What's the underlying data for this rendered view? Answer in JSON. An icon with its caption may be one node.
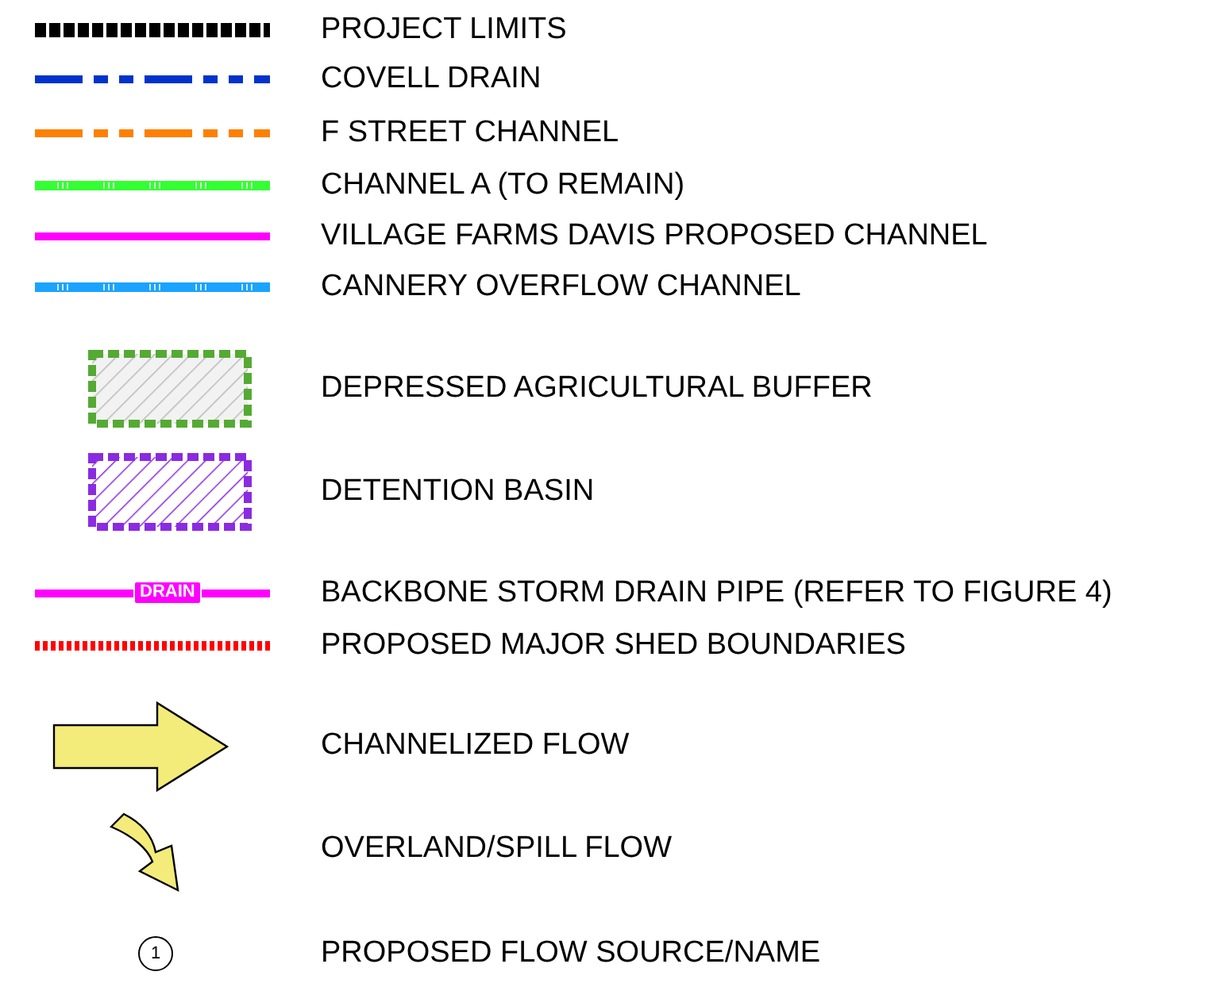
{
  "diagram": {
    "labels": [
      "DRAIN",
      "1"
    ],
    "legend": [
      {
        "text": "PROJECT LIMITS"
      },
      {
        "text": "COVELL DRAIN"
      },
      {
        "text": "F STREET CHANNEL"
      },
      {
        "text": "CHANNEL A (TO REMAIN)"
      },
      {
        "text": "VILLAGE FARMS DAVIS PROPOSED CHANNEL"
      },
      {
        "text": "CANNERY OVERFLOW CHANNEL"
      },
      {
        "text": "DEPRESSED AGRICULTURAL BUFFER"
      },
      {
        "text": "DETENTION BASIN"
      },
      {
        "text": "BACKBONE STORM DRAIN PIPE (REFER TO FIGURE 4)"
      },
      {
        "text": "PROPOSED MAJOR SHED BOUNDARIES"
      },
      {
        "text": "CHANNELIZED FLOW"
      },
      {
        "text": "OVERLAND/SPILL FLOW"
      },
      {
        "text": "PROPOSED FLOW SOURCE/NAME"
      }
    ]
  }
}
